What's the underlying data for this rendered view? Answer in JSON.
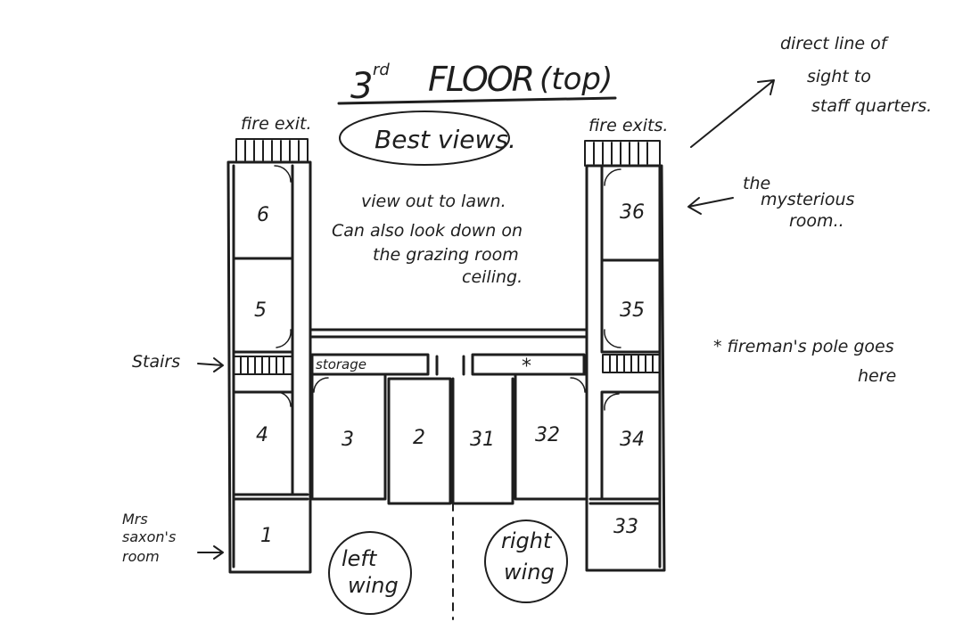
{
  "title": {
    "main": "3rd FLOOR",
    "sup": "rd",
    "sub": "(top)",
    "number": "3"
  },
  "best_views": "Best views.",
  "fire_exit_left": "fire exit.",
  "fire_exit_right": "fire exits.",
  "line_of_sight": [
    "direct line of",
    "sight to",
    "staff quarters."
  ],
  "mysterious": [
    "the",
    "mysterious",
    "room.."
  ],
  "view_note": [
    "view out to lawn.",
    "Can also look down on",
    "the grazing room",
    "ceiling."
  ],
  "fireman_pole": [
    "* fireman's pole goes",
    "here"
  ],
  "stairs": "Stairs",
  "mrs_saxon": [
    "Mrs",
    "saxon's",
    "room"
  ],
  "storage": "storage",
  "asterisk": "*",
  "rooms": {
    "r6": "6",
    "r5": "5",
    "r4": "4",
    "r1": "1",
    "r3": "3",
    "r2": "2",
    "r31": "31",
    "r32": "32",
    "r34": "34",
    "r33": "33",
    "r36": "36",
    "r35": "35"
  },
  "left_wing": [
    "left",
    "wing"
  ],
  "right_wing": [
    "right",
    "wing"
  ]
}
